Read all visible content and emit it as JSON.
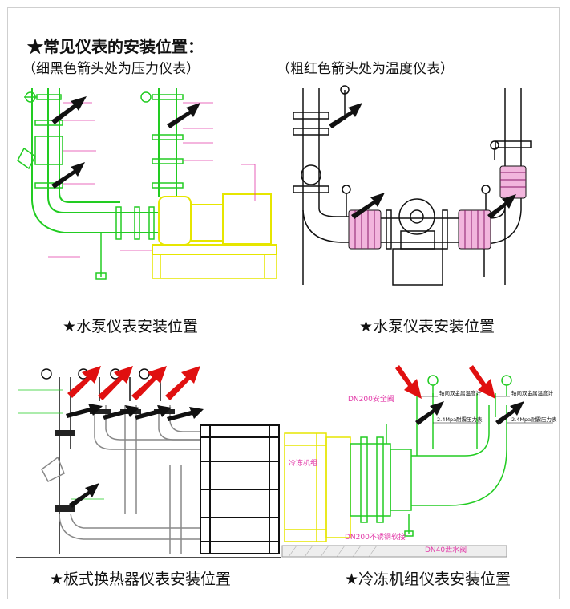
{
  "heading": "★常见仪表的安装位置：",
  "legend_black": "（细黑色箭头处为压力仪表）",
  "legend_red": "（粗红色箭头处为温度仪表）",
  "captions": {
    "pump_left": "★水泵仪表安装位置",
    "pump_right": "★水泵仪表安装位置",
    "plate_hx": "★板式换热器仪表安装位置",
    "chiller": "★冷冻机组仪表安装位置"
  },
  "chiller_labels": {
    "valve_safety": "DN200安全阀",
    "unit_name": "冷冻机组",
    "steel_joint": "DN200不锈钢软接",
    "drain": "DN40泄水阀",
    "therm_1": "轴向双金属温度计",
    "gauge_1": "2.4Mpa耐震压力表",
    "therm_2": "轴向双金属温度计",
    "gauge_2": "2.4Mpa耐震压力表"
  },
  "colors": {
    "pipe": "#22cc22",
    "pink": "#e23aa8",
    "yellow": "#e6e600",
    "black_arrow": "#111111",
    "red_arrow": "#e01010"
  }
}
